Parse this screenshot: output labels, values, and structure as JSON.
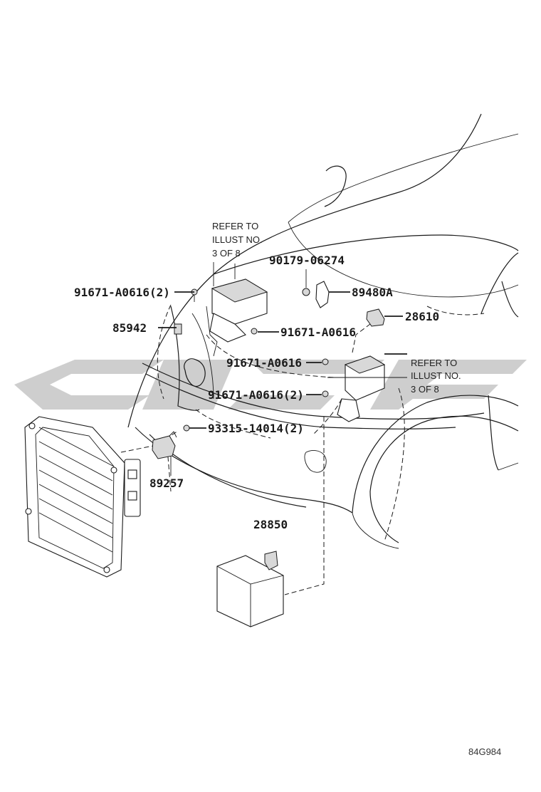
{
  "diagram_id": "84G984",
  "callouts": {
    "refer_top": [
      "REFER TO",
      "ILLUST NO.",
      "3 OF 8"
    ],
    "refer_right": [
      "REFER TO",
      "ILLUST NO.",
      "3 OF 8"
    ]
  },
  "parts": {
    "p90179": "90179-06274",
    "p89480A": "89480A",
    "p28610": "28610",
    "p91671_top2": "91671-A0616(2)",
    "p85942": "85942",
    "p91671_mid": "91671-A0616",
    "p91671_left": "91671-A0616",
    "p91671_low2": "91671-A0616(2)",
    "p93315": "93315-14014(2)",
    "p89257": "89257",
    "p28850": "28850"
  },
  "colors": {
    "ink": "#1a1a1a",
    "watermark": "#c6c6c6"
  }
}
